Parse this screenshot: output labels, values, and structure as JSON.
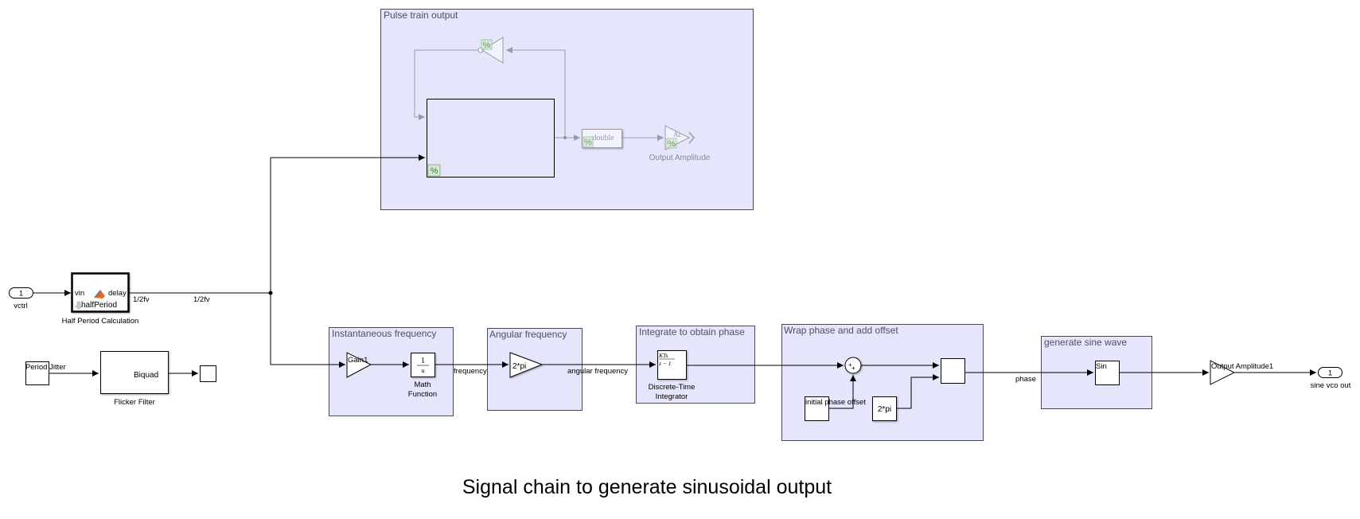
{
  "diagram": {
    "title": "Signal chain to generate sinusoidal output",
    "areas": {
      "pulse_train": "Pulse train output",
      "inst_freq": "Instantaneous frequency",
      "angular_freq": "Angular frequency",
      "integrate": "Integrate to obtain phase",
      "wrap": "Wrap phase and add offset",
      "sine": "generate sine wave"
    },
    "ports": {
      "in_number": "1",
      "in_name": "vctrl",
      "out_number": "1",
      "out_name": "sine vco out"
    },
    "blocks": {
      "half_period": {
        "in_port": "vin",
        "out_port": "delay",
        "inner": "halfPeriod",
        "name": "Half Period Calculation"
      },
      "period_jitter": "Period Jitter",
      "biquad": {
        "inner": "Biquad",
        "name": "Flicker Filter"
      },
      "gain1": "Gain1",
      "math_function": {
        "num": "1",
        "den": "u",
        "name_line1": "Math",
        "name_line2": "Function"
      },
      "angular_gain": "2*pi",
      "integrator": {
        "num": "KTs",
        "den": "z − 1",
        "name_line1": "Discrete-Time",
        "name_line2": "Integrator"
      },
      "sum_signs": "++",
      "initial_phase_offset": "initial phase offset",
      "two_pi_const": "2*pi",
      "sin": "Sin",
      "output_amplitude1": "Output Amplitude1",
      "pulse_double": "double",
      "pulse_output_amplitude": "Output Amplitude",
      "pulse_gain_inner": "Ac",
      "percent_badge": "%"
    },
    "signals": {
      "half_period_out_1": "1/2fv",
      "half_period_out_2": "1/2fv",
      "frequency": "frequency",
      "angular_frequency": "angular frequency",
      "phase": "phase"
    }
  }
}
